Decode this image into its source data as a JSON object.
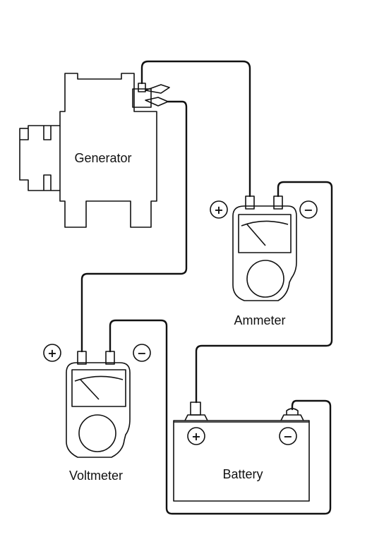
{
  "labels": {
    "generator": "Generator",
    "ammeter": "Ammeter",
    "voltmeter": "Voltmeter",
    "battery": "Battery"
  },
  "symbols": {
    "plus": "+",
    "minus": "−"
  }
}
